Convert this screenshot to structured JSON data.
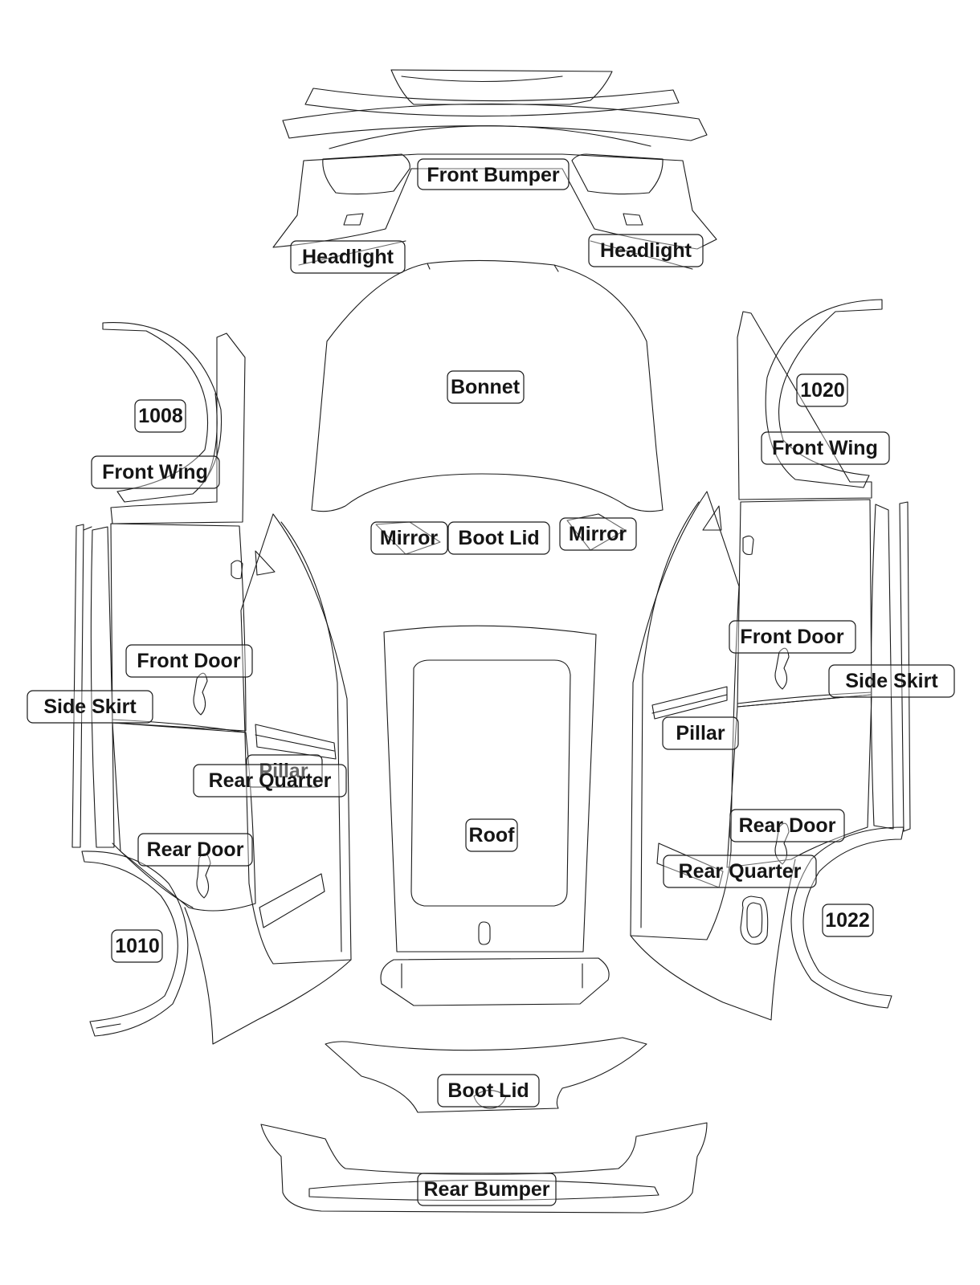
{
  "parts": {
    "front_bumper": "Front Bumper",
    "headlight_left": "Headlight",
    "headlight_right": "Headlight",
    "bonnet": "Bonnet",
    "front_wing_left": "Front Wing",
    "front_wing_right": "Front Wing",
    "mirror_left": "Mirror",
    "mirror_right": "Mirror",
    "boot_lid_upper": "Boot Lid",
    "front_door_left": "Front Door",
    "front_door_right": "Front Door",
    "side_skirt_left": "Side Skirt",
    "side_skirt_right": "Side Skirt",
    "pillar_left": "Pillar",
    "pillar_right": "Pillar",
    "rear_quarter_left": "Rear Quarter",
    "rear_quarter_right": "Rear Quarter",
    "rear_door_left": "Rear Door",
    "rear_door_right": "Rear Door",
    "roof": "Roof",
    "boot_lid_lower": "Boot Lid",
    "rear_bumper": "Rear Bumper"
  },
  "codes": {
    "wheel_arch_front_left": "1008",
    "wheel_arch_rear_left": "1010",
    "wheel_arch_front_right": "1020",
    "wheel_arch_rear_right": "1022"
  }
}
